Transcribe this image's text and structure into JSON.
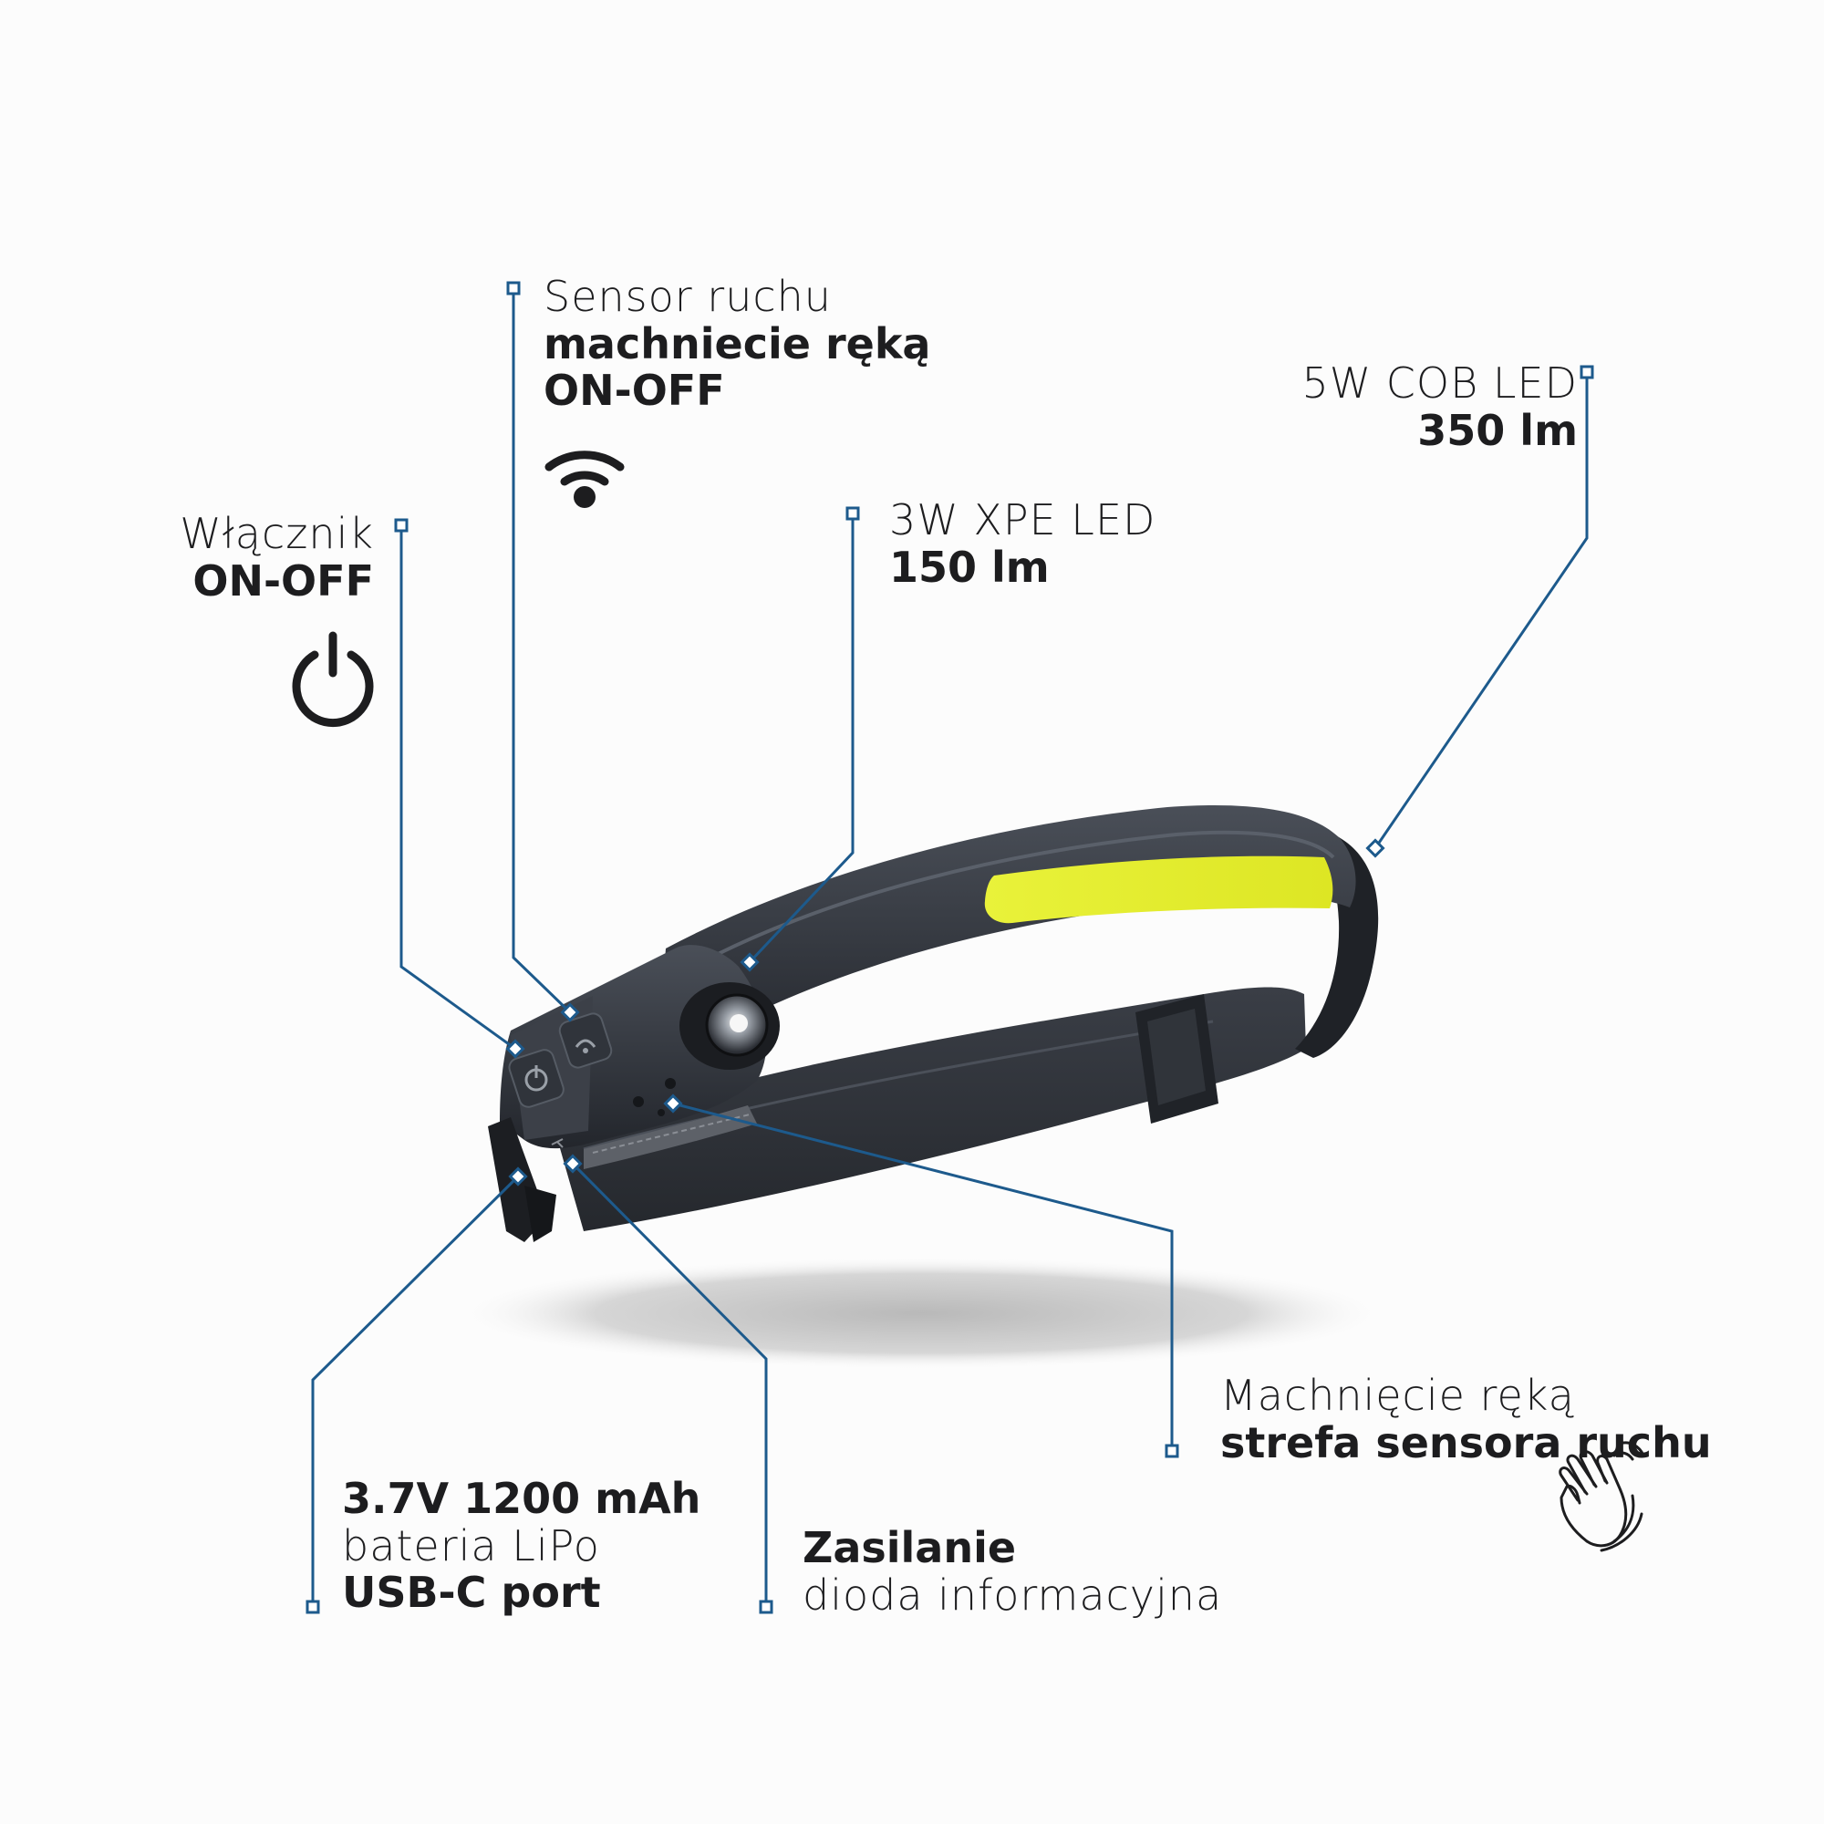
{
  "callouts": {
    "sensor": {
      "line1": "Sensor ruchu",
      "line2": "machniecie ręką",
      "line3": "ON-OFF",
      "icon": "wifi-signal-icon"
    },
    "cob": {
      "line1": "5W COB LED",
      "line2": "350 lm"
    },
    "switch": {
      "line1": "Włącznik",
      "line2": "ON-OFF",
      "icon": "power-icon"
    },
    "xpe": {
      "line1": "3W XPE LED",
      "line2": "150 lm"
    },
    "wave": {
      "line1": "Machnięcie ręką",
      "line2": "strefa sensora ruchu",
      "icon": "waving-hand-icon"
    },
    "battery": {
      "line1": "3.7V 1200 mAh",
      "line2": "bateria LiPo",
      "line3": "USB-C port"
    },
    "power": {
      "line1": "Zasilanie",
      "line2": "dioda informacyjna"
    }
  },
  "colors": {
    "leader_line": "#1d5a8c",
    "cob_led": "#e6ee2a",
    "band": "#2a2d33",
    "text": "#1d1d1f"
  }
}
